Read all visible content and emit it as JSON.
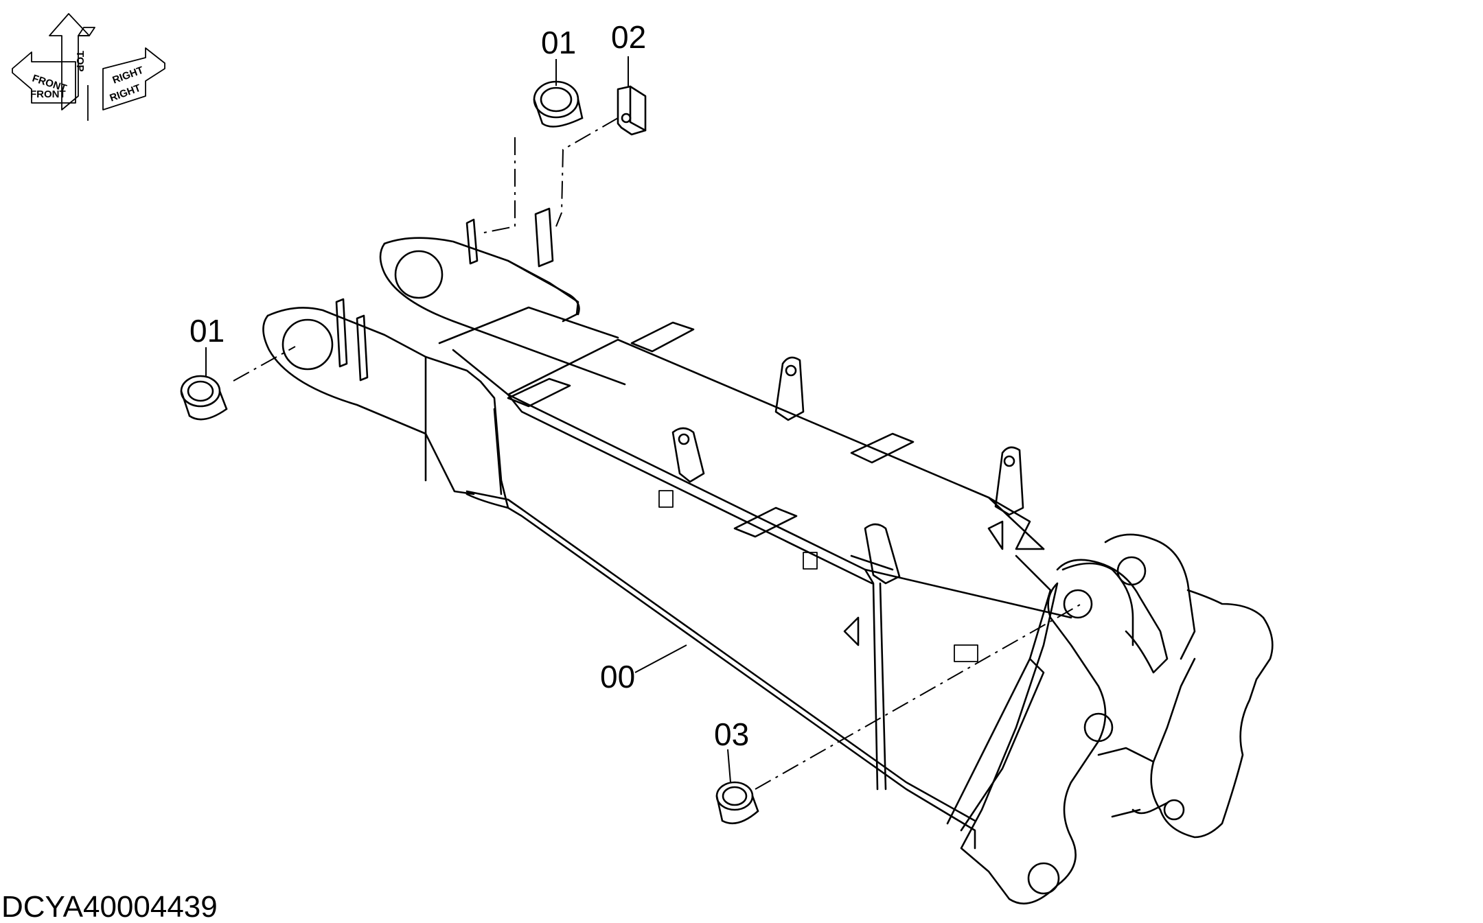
{
  "callouts": {
    "bush_upper": "01",
    "plate": "02",
    "bush_left": "01",
    "boom": "00",
    "bush_lower": "03"
  },
  "orientation": {
    "front": "FRONT",
    "top": "TOP",
    "right": "RIGHT"
  },
  "document_id": "DCYA40004439"
}
